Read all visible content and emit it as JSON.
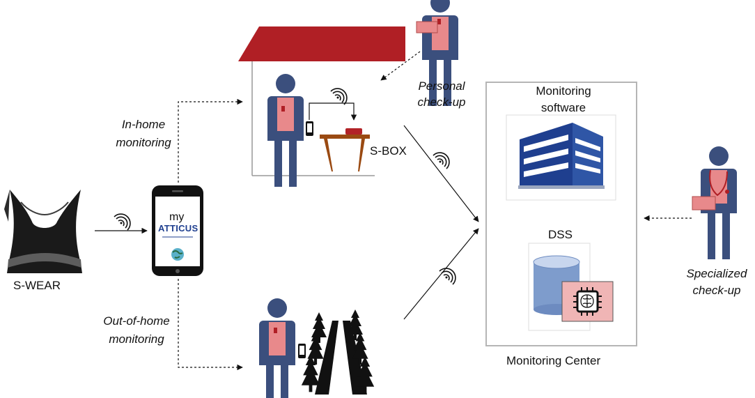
{
  "labels": {
    "swear": "S-WEAR",
    "sbox": "S-BOX",
    "in_home_1": "In-home",
    "in_home_2": "monitoring",
    "out_home_1": "Out-of-home",
    "out_home_2": "monitoring",
    "personal_1": "Personal",
    "personal_2": "check-up",
    "specialized_1": "Specialized",
    "specialized_2": "check-up",
    "mon_software_1": "Monitoring",
    "mon_software_2": "software",
    "dss": "DSS",
    "mon_center": "Monitoring Center"
  },
  "app": {
    "name_top": "my",
    "name_main": "ATTICUS"
  },
  "colors": {
    "person": "#3b4f7d",
    "vest": "#e8898b",
    "roof": "#b01f25",
    "table": "#9a4a12",
    "sbox": "#b22227",
    "building": "#1f3f8f",
    "db": "#7e9ccc",
    "chip_bg": "#f0b5b5"
  }
}
